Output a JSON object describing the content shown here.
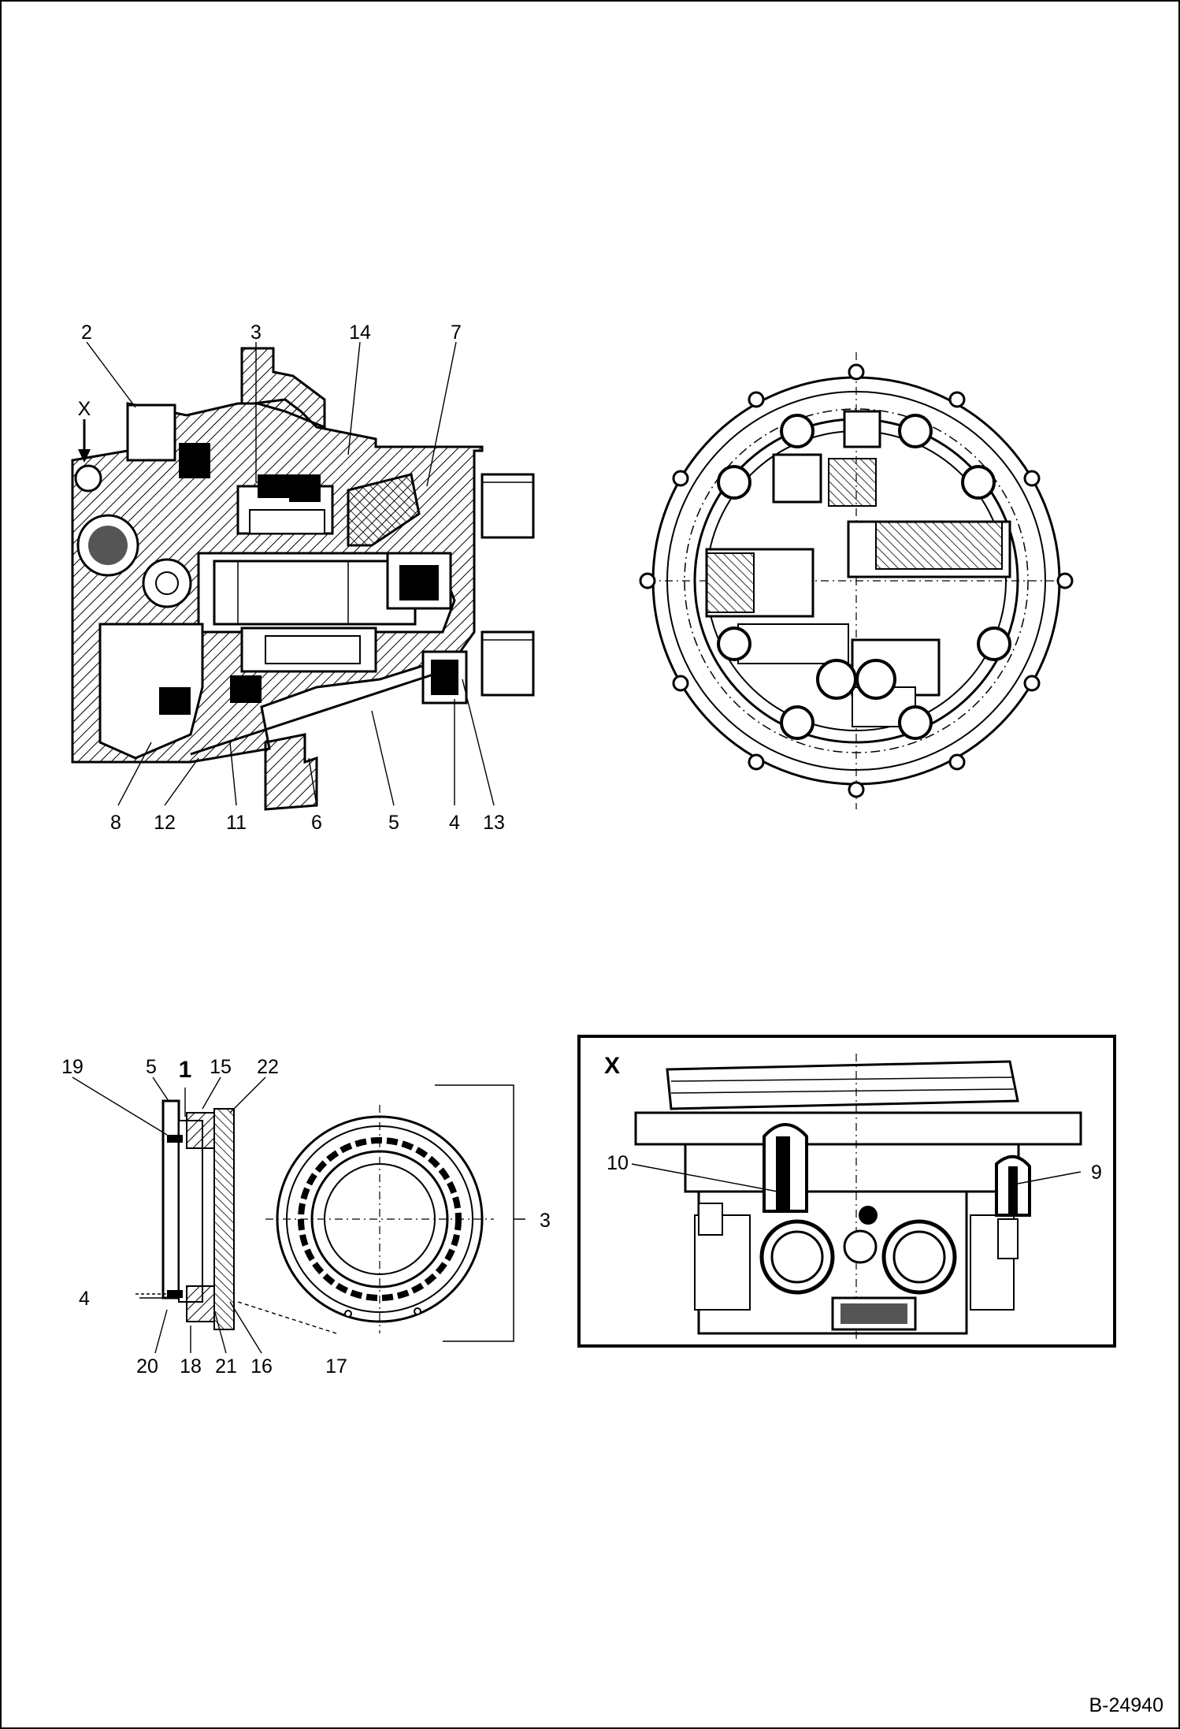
{
  "drawing_id": "B-24940",
  "view_x_label": "X",
  "callouts": {
    "main_section": {
      "c2": "2",
      "c3": "3",
      "c14": "14",
      "c7": "7",
      "cx": "X",
      "c8": "8",
      "c12": "12",
      "c11": "11",
      "c6": "6",
      "c5": "5",
      "c4": "4",
      "c13": "13"
    },
    "detail": {
      "c19": "19",
      "c5": "5",
      "c1": "1",
      "c15": "15",
      "c22": "22",
      "c4": "4",
      "c20": "20",
      "c18": "18",
      "c21": "21",
      "c16": "16",
      "c17": "17",
      "c3": "3"
    },
    "view_x": {
      "c10": "10",
      "c9": "9"
    }
  }
}
